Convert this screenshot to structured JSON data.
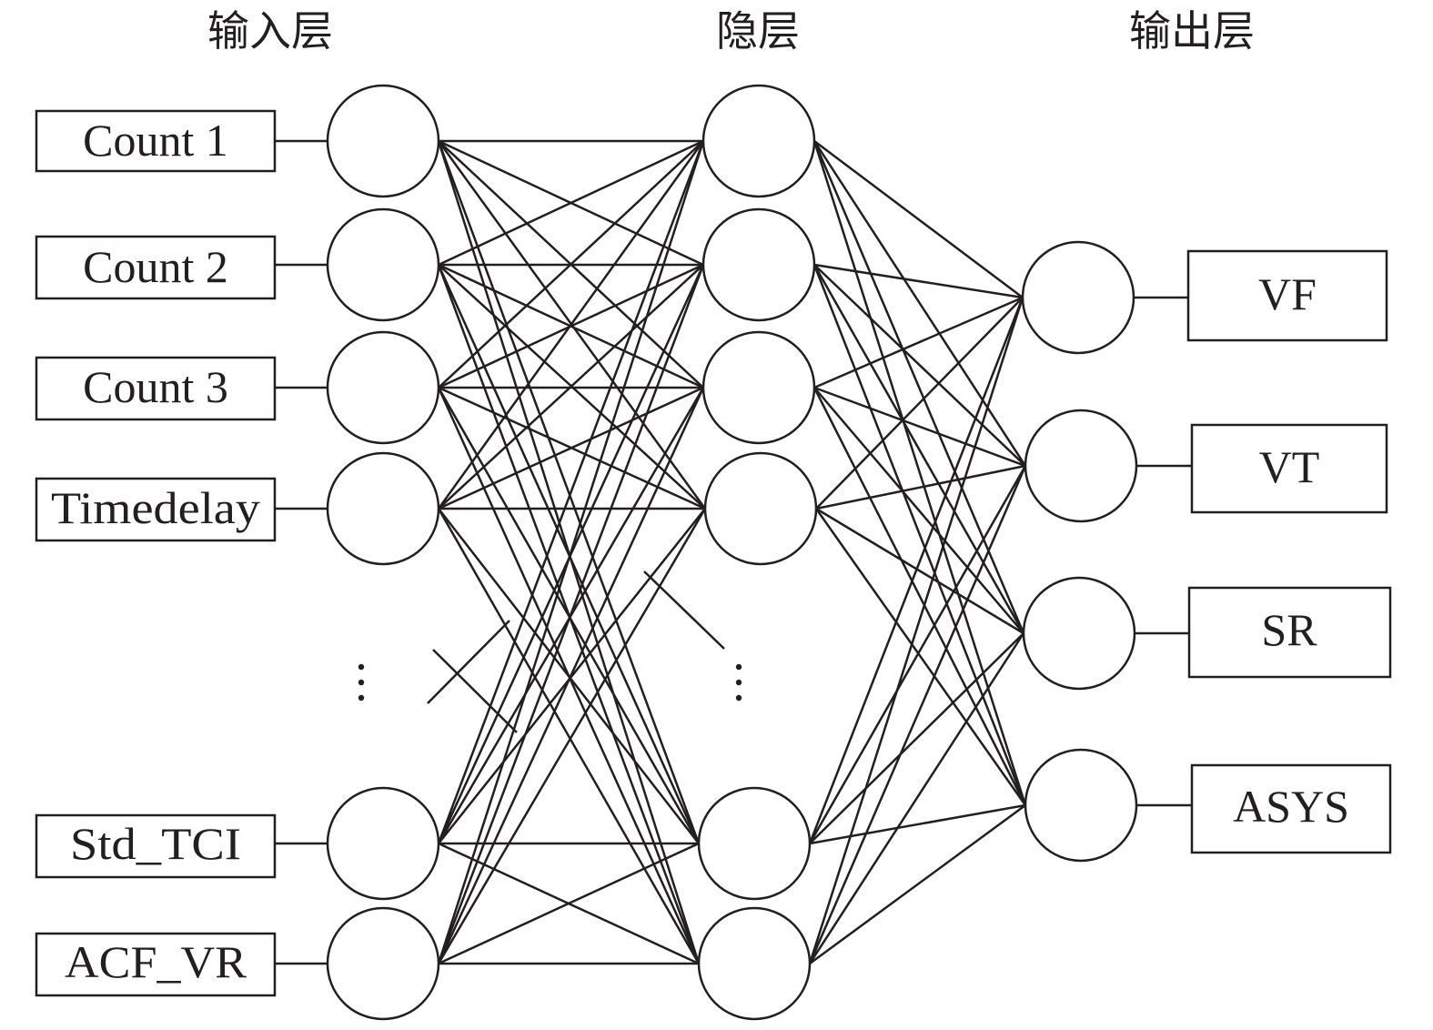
{
  "layers": {
    "input": {
      "title": "输入层",
      "labels": [
        "Count 1",
        "Count 2",
        "Count 3",
        "Timedelay",
        "Std_TCI",
        "ACF_VR"
      ]
    },
    "hidden": {
      "title": "隐层"
    },
    "output": {
      "title": "输出层",
      "labels": [
        "VF",
        "VT",
        "SR",
        "ASYS"
      ]
    }
  },
  "colors": {
    "stroke": "#231f20",
    "background": "#ffffff"
  }
}
